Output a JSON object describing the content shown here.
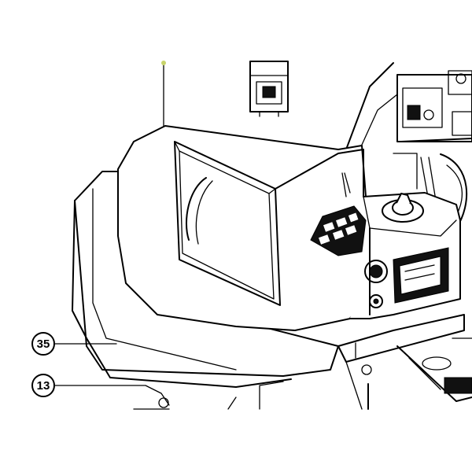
{
  "callouts": [
    {
      "id": "35",
      "label": "35"
    },
    {
      "id": "13",
      "label": "13"
    }
  ],
  "colors": {
    "ink": "#000000",
    "background": "#ffffff",
    "leader_tint": "#c8d46a"
  }
}
